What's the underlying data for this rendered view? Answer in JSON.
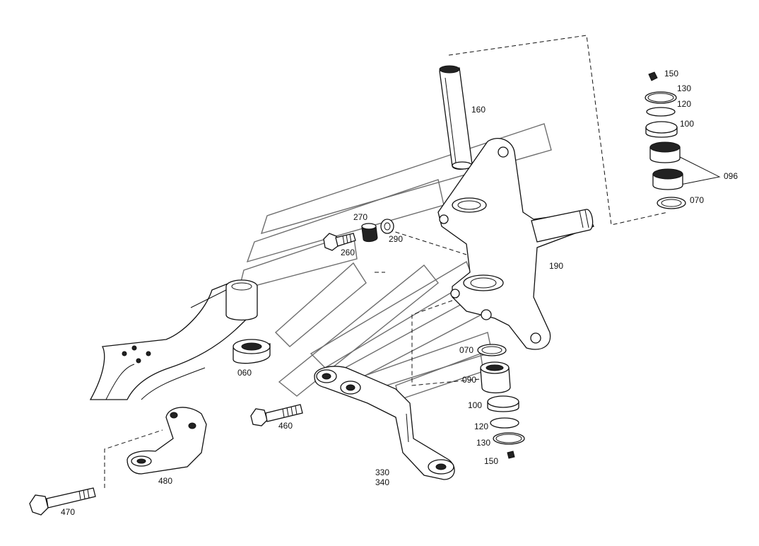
{
  "diagram": {
    "labels": [
      {
        "id": "150-top",
        "text": "150"
      },
      {
        "id": "130-top",
        "text": "130"
      },
      {
        "id": "120-top",
        "text": "120"
      },
      {
        "id": "100-top",
        "text": "100"
      },
      {
        "id": "096",
        "text": "096"
      },
      {
        "id": "070-top",
        "text": "070"
      },
      {
        "id": "160",
        "text": "160"
      },
      {
        "id": "270",
        "text": "270"
      },
      {
        "id": "260",
        "text": "260"
      },
      {
        "id": "290",
        "text": "290"
      },
      {
        "id": "190",
        "text": "190"
      },
      {
        "id": "070-bottom",
        "text": "070"
      },
      {
        "id": "090",
        "text": "090"
      },
      {
        "id": "100-bottom",
        "text": "100"
      },
      {
        "id": "120-bottom",
        "text": "120"
      },
      {
        "id": "130-bottom",
        "text": "130"
      },
      {
        "id": "150-bottom",
        "text": "150"
      },
      {
        "id": "060",
        "text": "060"
      },
      {
        "id": "460",
        "text": "460"
      },
      {
        "id": "480",
        "text": "480"
      },
      {
        "id": "470",
        "text": "470"
      },
      {
        "id": "330",
        "text": "330"
      },
      {
        "id": "340",
        "text": "340"
      }
    ]
  }
}
